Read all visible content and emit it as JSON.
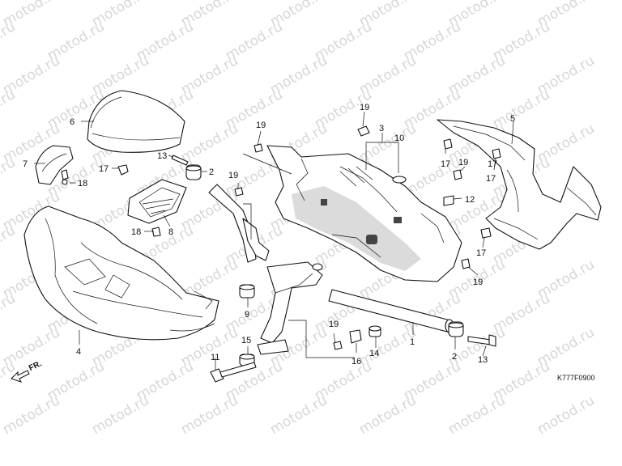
{
  "watermark_text": "motod.ru",
  "diagram_code": "K777F0900",
  "front_marker": "FR.",
  "callouts": {
    "c1": "1",
    "c2a": "2",
    "c2b": "2",
    "c3": "3",
    "c4": "4",
    "c5": "5",
    "c6": "6",
    "c7": "7",
    "c8": "8",
    "c9": "9",
    "c10": "10",
    "c11": "11",
    "c12": "12",
    "c13a": "13",
    "c13b": "13",
    "c14": "14",
    "c15": "15",
    "c16": "16",
    "c17a": "17",
    "c17b": "17",
    "c17c": "17",
    "c17d": "17",
    "c17e": "17",
    "c18a": "18",
    "c18b": "18",
    "c19a": "19",
    "c19b": "19",
    "c19c": "19",
    "c19d": "19",
    "c19e": "19",
    "c19f": "19"
  }
}
